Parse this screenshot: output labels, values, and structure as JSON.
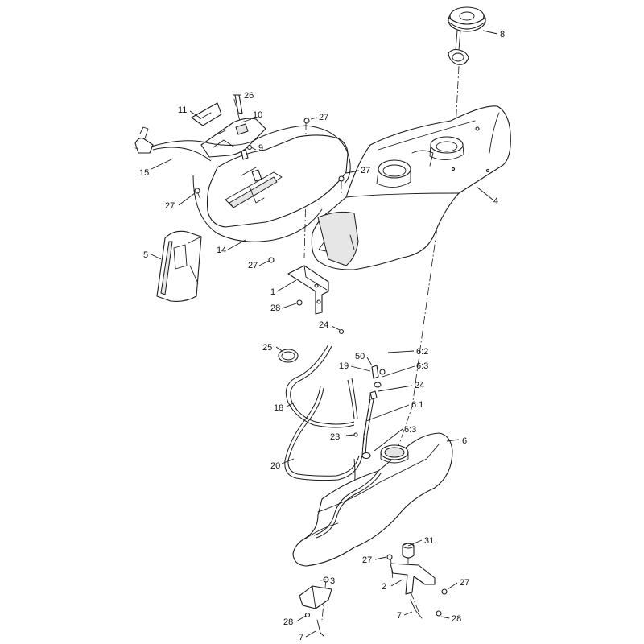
{
  "callouts": [
    {
      "id": "c8",
      "text": "8"
    },
    {
      "id": "c26",
      "text": "26"
    },
    {
      "id": "c11",
      "text": "11"
    },
    {
      "id": "c10",
      "text": "10"
    },
    {
      "id": "c27a",
      "text": "27"
    },
    {
      "id": "c9",
      "text": "9"
    },
    {
      "id": "c15",
      "text": "15"
    },
    {
      "id": "c27b",
      "text": "27"
    },
    {
      "id": "c27c",
      "text": "27"
    },
    {
      "id": "c4",
      "text": "4"
    },
    {
      "id": "c5",
      "text": "5"
    },
    {
      "id": "c14",
      "text": "14"
    },
    {
      "id": "c27d",
      "text": "27"
    },
    {
      "id": "c1",
      "text": "1"
    },
    {
      "id": "c28a",
      "text": "28"
    },
    {
      "id": "c24a",
      "text": "24"
    },
    {
      "id": "c25",
      "text": "25"
    },
    {
      "id": "c50",
      "text": "50"
    },
    {
      "id": "c6_2",
      "text": "6:2"
    },
    {
      "id": "c19",
      "text": "19"
    },
    {
      "id": "c6_3a",
      "text": "6:3"
    },
    {
      "id": "c24b",
      "text": "24"
    },
    {
      "id": "c18",
      "text": "18"
    },
    {
      "id": "c6_1",
      "text": "6:1"
    },
    {
      "id": "c23",
      "text": "23"
    },
    {
      "id": "c6_3b",
      "text": "6:3"
    },
    {
      "id": "c6",
      "text": "6"
    },
    {
      "id": "c20",
      "text": "20"
    },
    {
      "id": "c31",
      "text": "31"
    },
    {
      "id": "c27e",
      "text": "27"
    },
    {
      "id": "c3",
      "text": "3"
    },
    {
      "id": "c2",
      "text": "2"
    },
    {
      "id": "c27f",
      "text": "27"
    },
    {
      "id": "c28b",
      "text": "28"
    },
    {
      "id": "c7a",
      "text": "7"
    },
    {
      "id": "c28c",
      "text": "28"
    },
    {
      "id": "c7b",
      "text": "7"
    }
  ]
}
